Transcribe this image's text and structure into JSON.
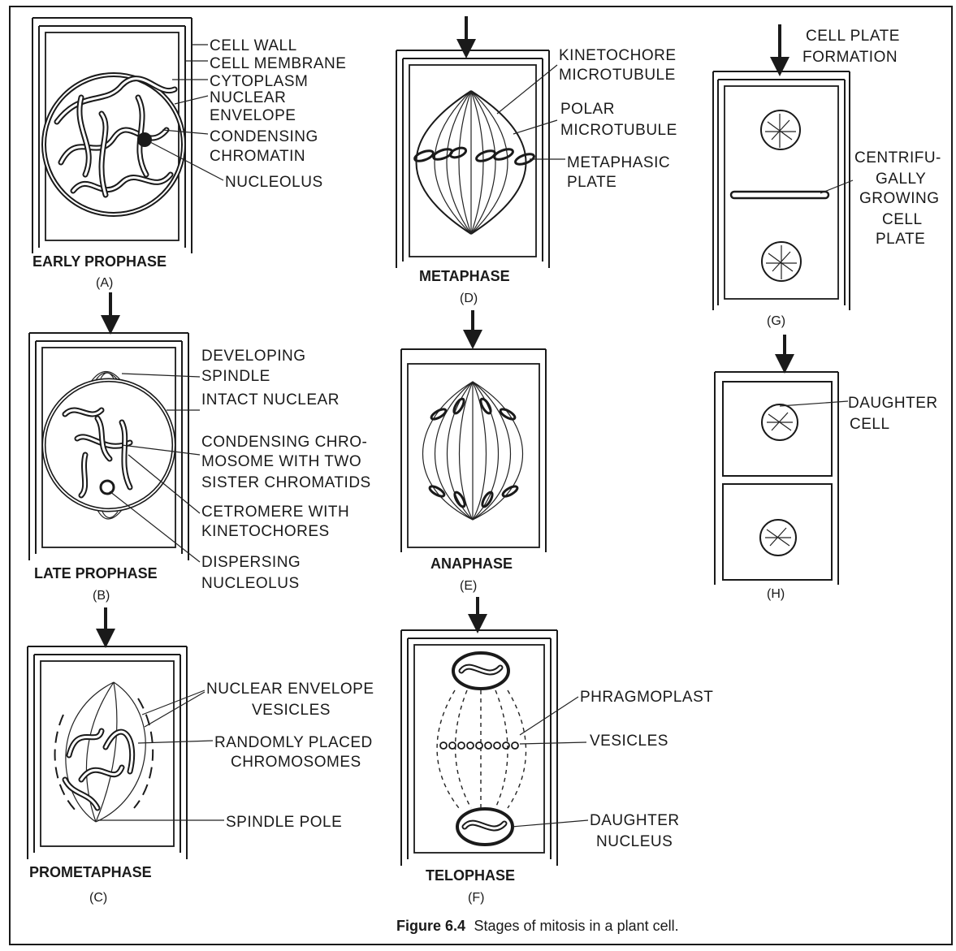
{
  "stages": [
    {
      "id": "A",
      "name": "EARLY PROPHASE",
      "letter": "(A)",
      "labels": [
        "CELL WALL",
        "CELL MEMBRANE",
        "CYTOPLASM",
        "NUCLEAR",
        "ENVELOPE",
        "CONDENSING",
        "CHROMATIN",
        "NUCLEOLUS"
      ]
    },
    {
      "id": "B",
      "name": "LATE PROPHASE",
      "letter": "(B)",
      "labels": [
        "DEVELOPING",
        "SPINDLE",
        "INTACT NUCLEAR",
        "CONDENSING CHRO-",
        "MOSOME WITH TWO",
        "SISTER CHROMATIDS",
        "CETROMERE WITH",
        "KINETOCHORES",
        "DISPERSING",
        "NUCLEOLUS"
      ]
    },
    {
      "id": "C",
      "name": "PROMETAPHASE",
      "letter": "(C)",
      "labels": [
        "NUCLEAR ENVELOPE",
        "VESICLES",
        "RANDOMLY PLACED",
        "CHROMOSOMES",
        "SPINDLE POLE"
      ]
    },
    {
      "id": "D",
      "name": "METAPHASE",
      "letter": "(D)",
      "labels": [
        "KINETOCHORE",
        "MICROTUBULE",
        "POLAR",
        "MICROTUBULE",
        "METAPHASIC",
        "PLATE"
      ]
    },
    {
      "id": "E",
      "name": "ANAPHASE",
      "letter": "(E)",
      "labels": []
    },
    {
      "id": "F",
      "name": "TELOPHASE",
      "letter": "(F)",
      "labels": [
        "PHRAGMOPLAST",
        "VESICLES",
        "DAUGHTER",
        "NUCLEUS"
      ]
    },
    {
      "id": "G",
      "name": "",
      "letter": "(G)",
      "labels": [
        "CELL PLATE",
        "FORMATION",
        "CENTRIFU-",
        "GALLY",
        "GROWING",
        "CELL",
        "PLATE"
      ]
    },
    {
      "id": "H",
      "name": "",
      "letter": "(H)",
      "labels": [
        "DAUGHTER",
        "CELL"
      ]
    }
  ],
  "caption": {
    "bold": "Figure 6.4",
    "text": "Stages of mitosis in a plant cell."
  },
  "colors": {
    "ink": "#1a1a1a",
    "paper": "#ffffff"
  }
}
